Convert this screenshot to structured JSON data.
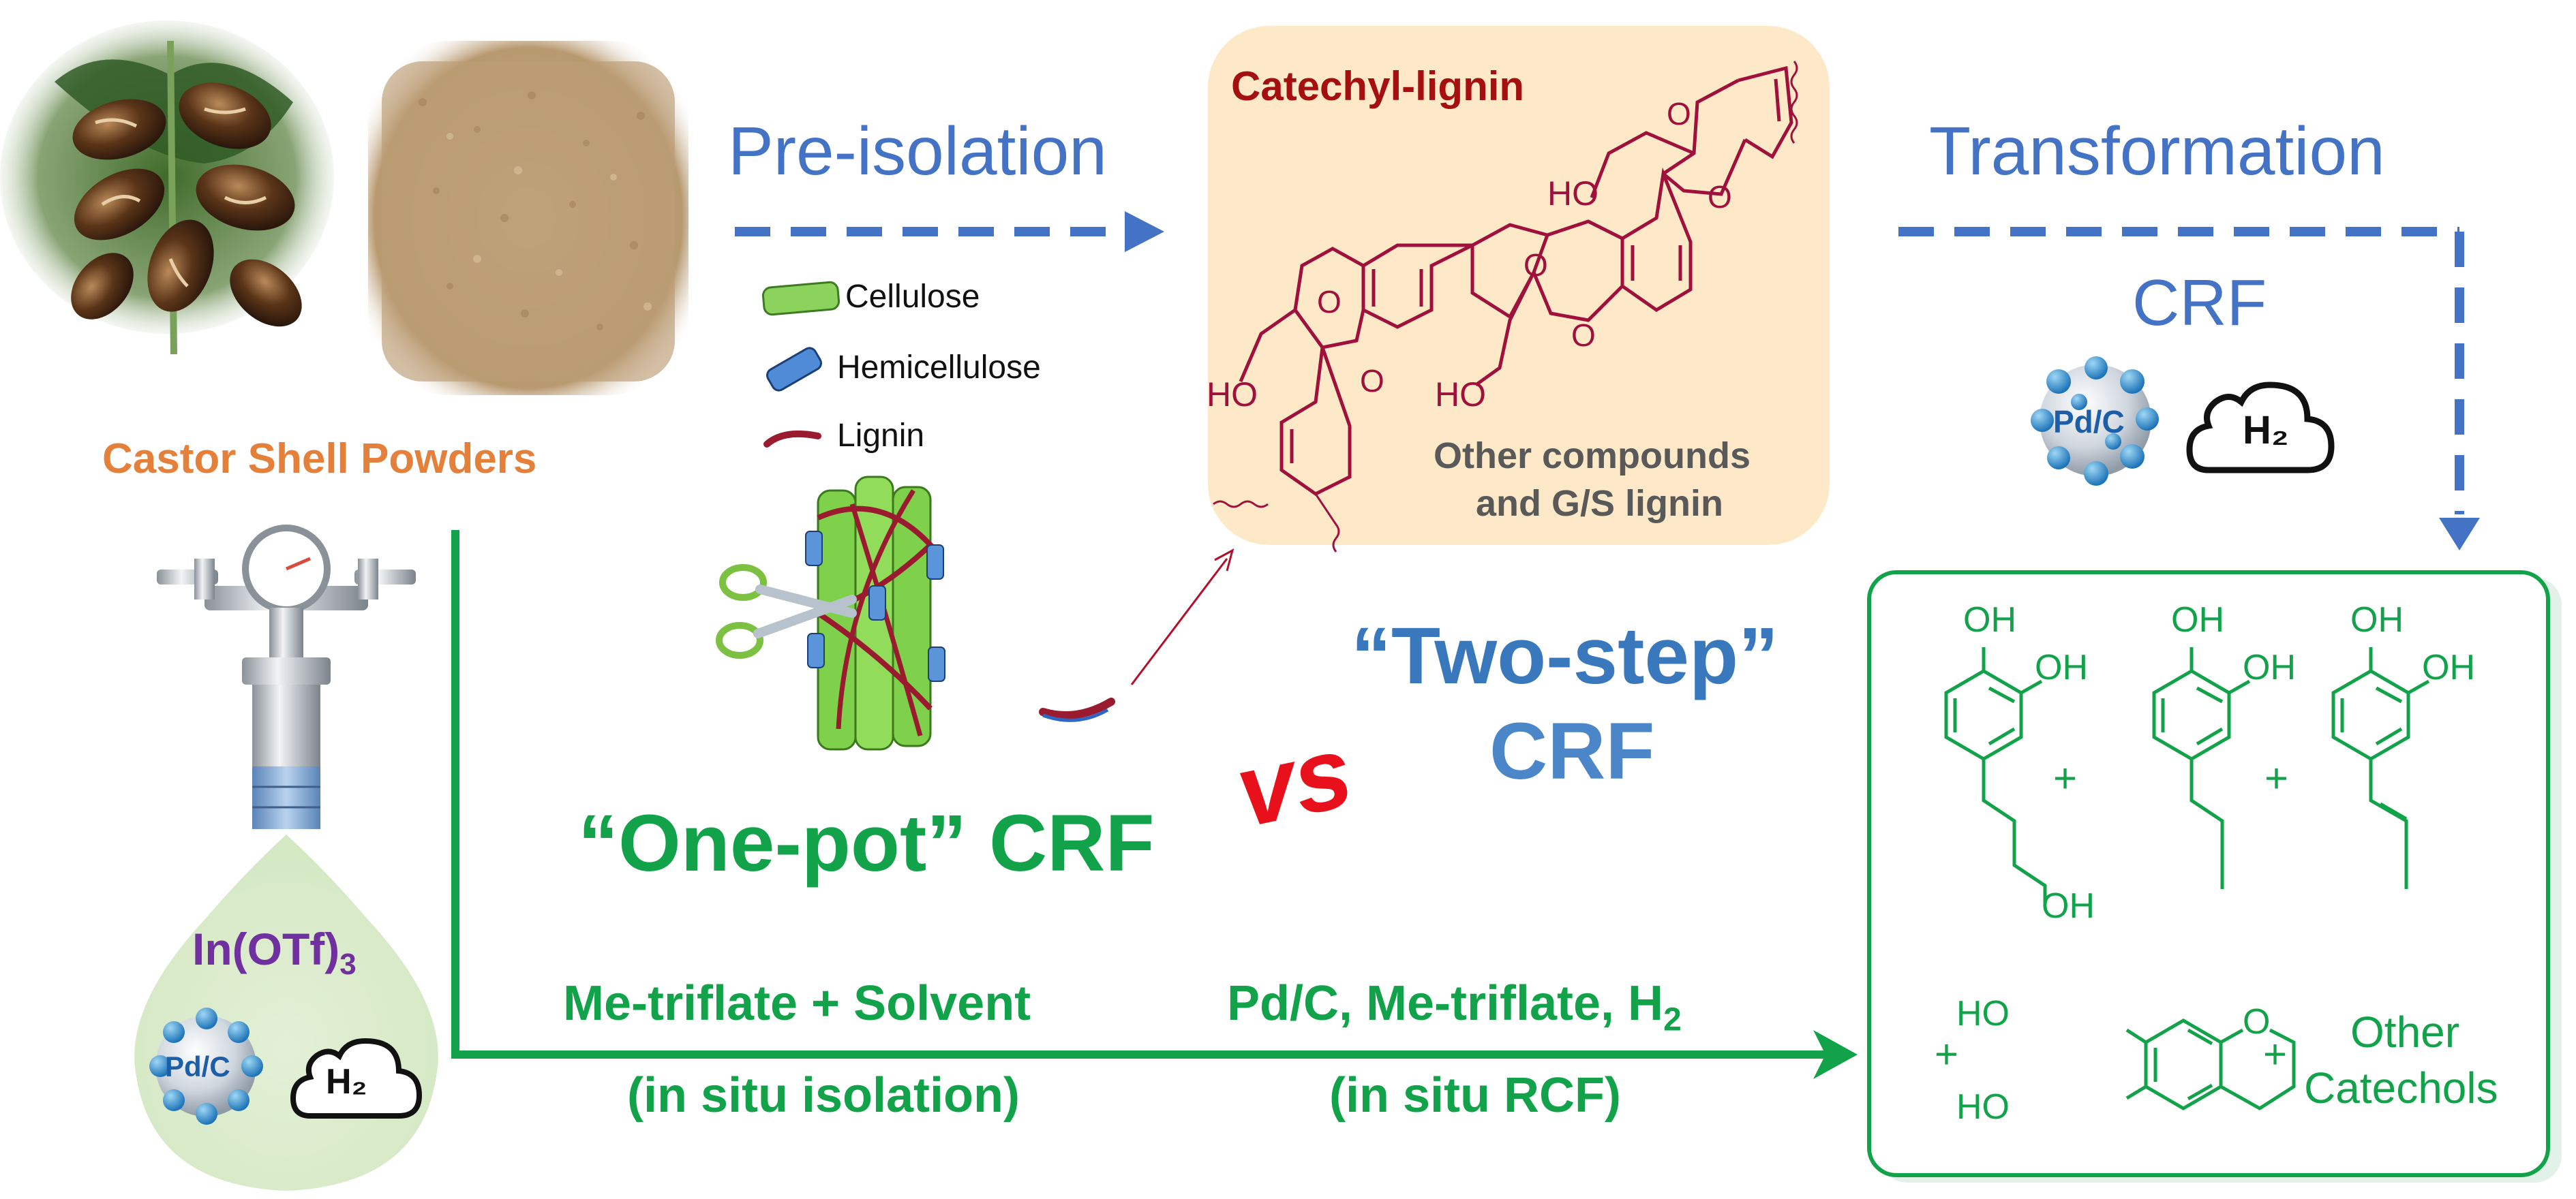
{
  "castor": {
    "label": "Castor Shell Powders"
  },
  "pre_isolation": {
    "label": "Pre-isolation",
    "legend": {
      "cellulose": "Cellulose",
      "hemicellulose": "Hemicellulose",
      "lignin": "Lignin"
    }
  },
  "catechyl_box": {
    "title": "Catechyl-lignin",
    "note_line1": "Other compounds",
    "note_line2": "and G/S lignin",
    "ho_top": "HO",
    "ho_left": "HO",
    "ho_mid": "HO"
  },
  "transformation": {
    "label": "Transformation",
    "crf": "CRF",
    "catalyst": "Pd/C",
    "h2": "H₂"
  },
  "two_step": {
    "line1": "“Two-step”",
    "line2": "CRF"
  },
  "vs": "vs",
  "one_pot": {
    "label": "“One-pot” CRF",
    "cond1_line1": "Me-triflate + Solvent",
    "cond1_line2": "(in situ isolation)",
    "cond2_line1_a": "Pd/C, Me-triflate, H",
    "cond2_line1_sub": "2",
    "cond2_line2": "(in situ RCF)"
  },
  "reactor_drop": {
    "label_main": "In(OTf)",
    "label_sub": "3",
    "catalyst": "Pd/C",
    "h2": "H₂"
  },
  "products": {
    "p1_oh1": "OH",
    "p1_oh2": "OH",
    "p1_oh3": "OH",
    "p2_oh1": "OH",
    "p2_oh2": "OH",
    "p3_oh1": "OH",
    "p3_oh2": "OH",
    "plus1": "+",
    "plus2": "+",
    "plus3": "+",
    "plus4": "+",
    "p4_ho1": "HO",
    "p4_ho2": "HO",
    "p4_o": "O",
    "other_line1": "Other",
    "other_line2": "Catechols"
  },
  "colors": {
    "blue_arrow": "#4472c4",
    "green": "#12a34a",
    "maroon": "#a0103c",
    "orange": "#e4803a",
    "purple": "#7030a0",
    "box_fill": "#fde9c7",
    "vs_red": "#e8101a"
  }
}
